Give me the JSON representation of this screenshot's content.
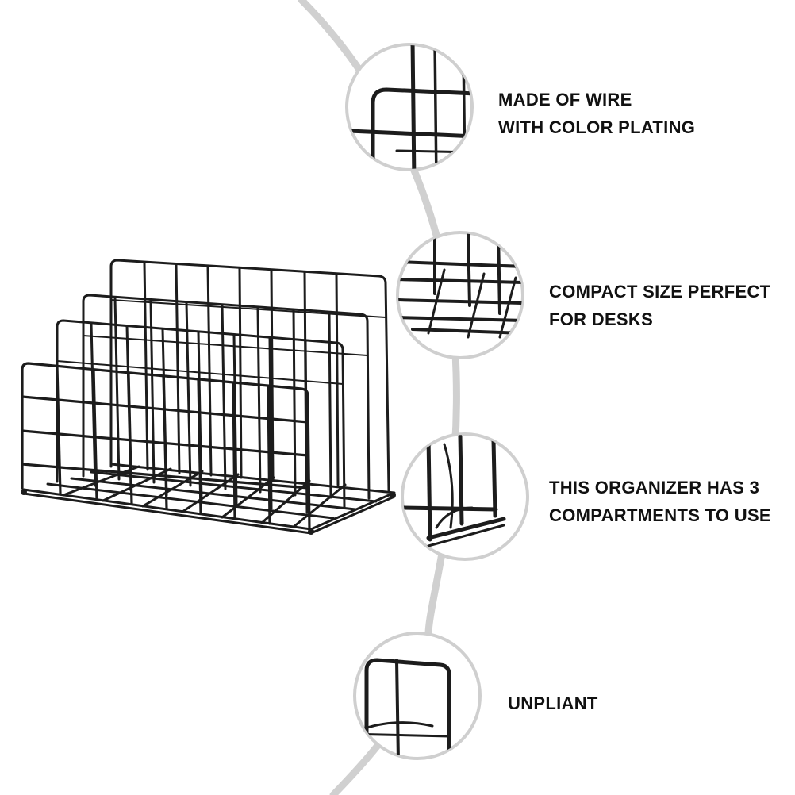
{
  "features": [
    {
      "lines": [
        "MADE OF  WIRE",
        "WITH COLOR PLATING"
      ],
      "detail_icon": "wire-corner-closeup"
    },
    {
      "lines": [
        "COMPACT SIZE PERFECT",
        "FOR DESKS"
      ],
      "detail_icon": "wire-base-closeup"
    },
    {
      "lines": [
        "THIS ORGANIZER HAS 3",
        "COMPARTMENTS TO USE"
      ],
      "detail_icon": "wire-divider-closeup"
    },
    {
      "lines": [
        "UNPLIANT"
      ],
      "detail_icon": "wire-frame-closeup"
    }
  ],
  "product": {
    "icon": "wire-file-organizer",
    "compartments": 3
  },
  "colors": {
    "wire": "#1c1c1c",
    "connector_curve": "#d0d0d0",
    "circle_border": "#cfcfcf",
    "text": "#111111"
  }
}
